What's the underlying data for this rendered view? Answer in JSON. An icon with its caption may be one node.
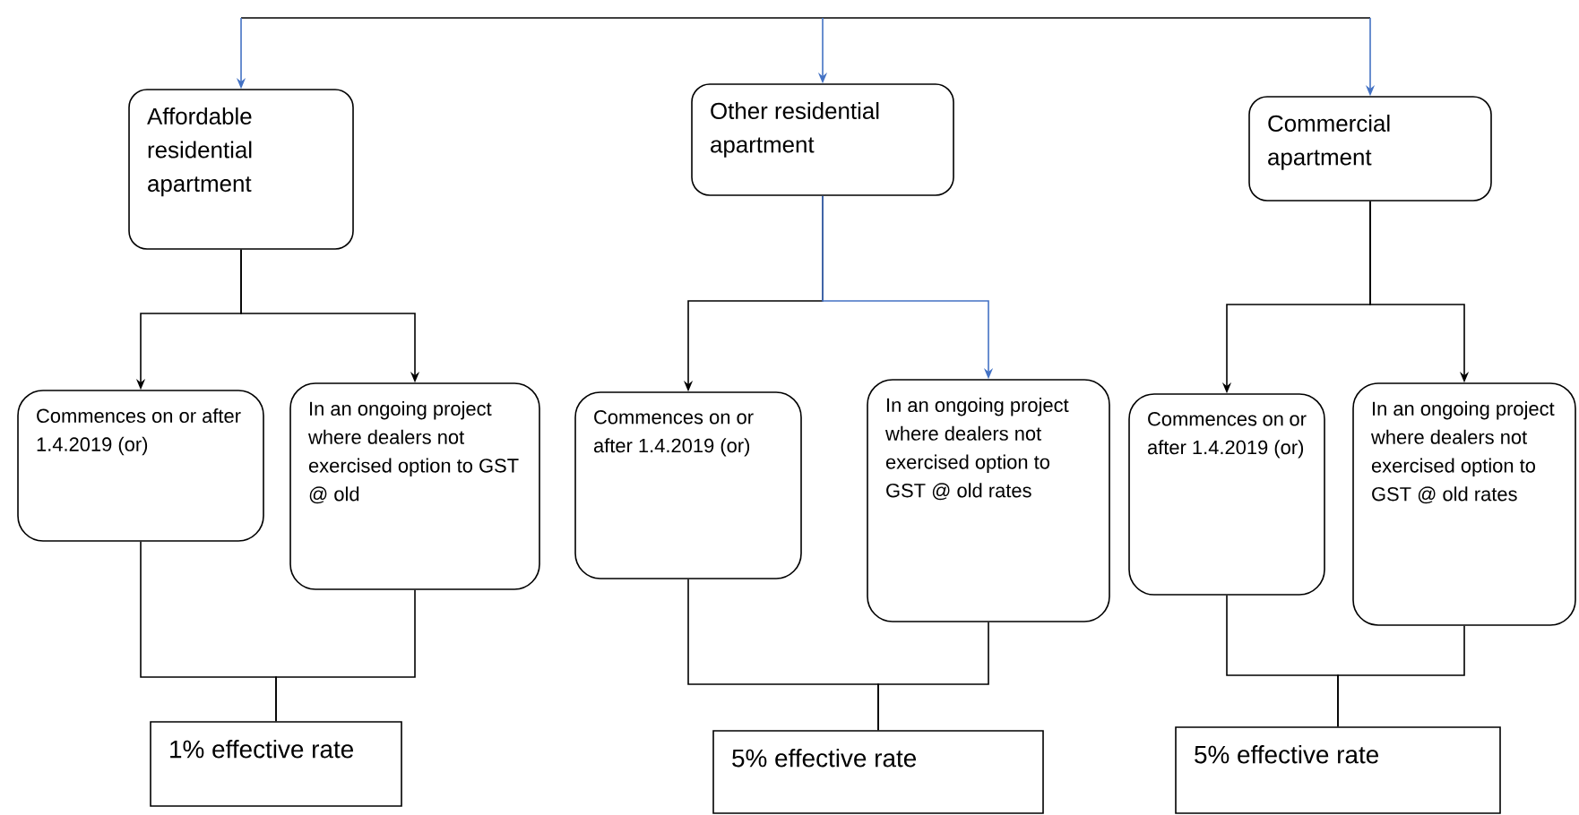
{
  "diagram": {
    "nodes": [
      {
        "text": [
          "Affordable residential apartment"
        ]
      },
      {
        "text": [
          "Other residential apartment"
        ]
      },
      {
        "text": [
          "Commercial apartment"
        ]
      },
      {
        "text": [
          "Commences on or after 1.4.2019 (or)"
        ]
      },
      {
        "text": [
          "In an ongoing project where dealers not exercised option to GST @ old"
        ]
      },
      {
        "text": [
          "Commences on or after 1.4.2019 (or)"
        ]
      },
      {
        "text": [
          "In an ongoing project where dealers not exercised option to GST @ old rates"
        ]
      },
      {
        "text": [
          "Commences on or after 1.4.2019 (or)"
        ]
      },
      {
        "text": [
          "In an ongoing project where dealers not exercised option to GST @ old rates"
        ]
      },
      {
        "text": [
          "1% effective rate"
        ]
      },
      {
        "text": [
          "5% effective rate"
        ]
      },
      {
        "text": [
          "5% effective rate"
        ]
      }
    ],
    "edges": [
      {
        "from": null,
        "to": 0,
        "arrow": "to",
        "color": "#4472c4"
      },
      {
        "from": null,
        "to": 1,
        "arrow": "to",
        "color": "#4472c4"
      },
      {
        "from": null,
        "to": 2,
        "arrow": "to",
        "color": "#4472c4"
      },
      {
        "from": 0,
        "to": 3,
        "arrow": "to"
      },
      {
        "from": 0,
        "to": 4,
        "arrow": "to"
      },
      {
        "from": 1,
        "to": 5,
        "arrow": "to"
      },
      {
        "from": 1,
        "to": 6,
        "arrow": "to",
        "color": "#4472c4"
      },
      {
        "from": 2,
        "to": 7,
        "arrow": "to"
      },
      {
        "from": 2,
        "to": 8,
        "arrow": "to"
      },
      {
        "from": 3,
        "to": 9,
        "arrow": "none"
      },
      {
        "from": 4,
        "to": 9,
        "arrow": "none"
      },
      {
        "from": 5,
        "to": 10,
        "arrow": "none"
      },
      {
        "from": 6,
        "to": 10,
        "arrow": "none"
      },
      {
        "from": 7,
        "to": 11,
        "arrow": "none"
      },
      {
        "from": 8,
        "to": 11,
        "arrow": "none"
      }
    ]
  }
}
